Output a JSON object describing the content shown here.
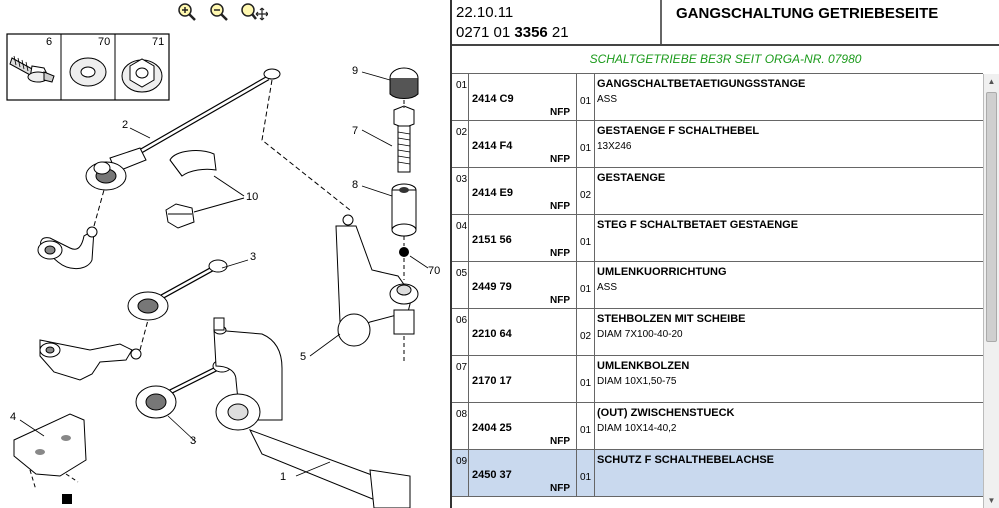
{
  "header": {
    "date": "22.10.11",
    "part_prefix": "0271 01 ",
    "part_bold": "3356",
    "part_suffix": " 21",
    "title": "GANGSCHALTUNG GETRIEBESEITE"
  },
  "subtitle": "SCHALTGETRIEBE BE3R SEIT ORGA-NR. 07980",
  "toolbar": {
    "zoom_in": "zoom-in",
    "zoom_out": "zoom-out",
    "zoom_pan": "zoom-pan"
  },
  "legend": {
    "items": [
      "6",
      "70",
      "71"
    ]
  },
  "callouts": [
    "1",
    "2",
    "3",
    "3",
    "4",
    "5",
    "7",
    "8",
    "9",
    "10",
    "70"
  ],
  "rows": [
    {
      "idx": "01",
      "ref": "2414 C9",
      "nfp": "NFP",
      "qty": "01",
      "desc": "GANGSCHALTBETAETIGUNGSSTANGE",
      "sub": "ASS"
    },
    {
      "idx": "02",
      "ref": "2414 F4",
      "nfp": "NFP",
      "qty": "01",
      "desc": "GESTAENGE F SCHALTHEBEL",
      "sub": "13X246"
    },
    {
      "idx": "03",
      "ref": "2414 E9",
      "nfp": "NFP",
      "qty": "02",
      "desc": "GESTAENGE",
      "sub": ""
    },
    {
      "idx": "04",
      "ref": "2151 56",
      "nfp": "NFP",
      "qty": "01",
      "desc": "STEG F SCHALTBETAET GESTAENGE",
      "sub": ""
    },
    {
      "idx": "05",
      "ref": "2449 79",
      "nfp": "NFP",
      "qty": "01",
      "desc": "UMLENKUORRICHTUNG",
      "sub": "ASS"
    },
    {
      "idx": "06",
      "ref": "2210 64",
      "nfp": "",
      "qty": "02",
      "desc": "STEHBOLZEN MIT SCHEIBE",
      "sub": "DIAM 7X100-40-20"
    },
    {
      "idx": "07",
      "ref": "2170 17",
      "nfp": "",
      "qty": "01",
      "desc": "UMLENKBOLZEN",
      "sub": "DIAM 10X1,50-75"
    },
    {
      "idx": "08",
      "ref": "2404 25",
      "nfp": "NFP",
      "qty": "01",
      "desc": "(OUT) ZWISCHENSTUECK",
      "sub": "DIAM 10X14-40,2"
    },
    {
      "idx": "09",
      "ref": "2450 37",
      "nfp": "NFP",
      "qty": "01",
      "desc": "SCHUTZ F SCHALTHEBELACHSE",
      "sub": ""
    }
  ],
  "selected_row": 8
}
